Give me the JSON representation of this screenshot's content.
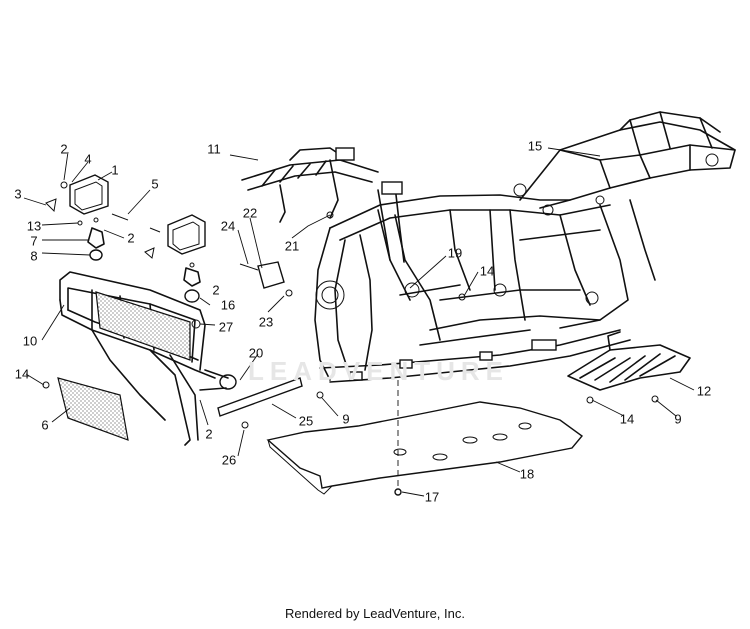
{
  "watermark": "LEADVENTURE",
  "footer": "Rendered by LeadVenture, Inc.",
  "callouts": [
    {
      "id": "c1",
      "text": "1"
    },
    {
      "id": "c2a",
      "text": "2"
    },
    {
      "id": "c2b",
      "text": "2"
    },
    {
      "id": "c2c",
      "text": "2"
    },
    {
      "id": "c2d",
      "text": "2"
    },
    {
      "id": "c3",
      "text": "3"
    },
    {
      "id": "c4",
      "text": "4"
    },
    {
      "id": "c5",
      "text": "5"
    },
    {
      "id": "c6",
      "text": "6"
    },
    {
      "id": "c7",
      "text": "7"
    },
    {
      "id": "c8",
      "text": "8"
    },
    {
      "id": "c9a",
      "text": "9"
    },
    {
      "id": "c9b",
      "text": "9"
    },
    {
      "id": "c10",
      "text": "10"
    },
    {
      "id": "c11",
      "text": "11"
    },
    {
      "id": "c12",
      "text": "12"
    },
    {
      "id": "c13",
      "text": "13"
    },
    {
      "id": "c14a",
      "text": "14"
    },
    {
      "id": "c14b",
      "text": "14"
    },
    {
      "id": "c14c",
      "text": "14"
    },
    {
      "id": "c15",
      "text": "15"
    },
    {
      "id": "c16",
      "text": "16"
    },
    {
      "id": "c17",
      "text": "17"
    },
    {
      "id": "c18",
      "text": "18"
    },
    {
      "id": "c19",
      "text": "19"
    },
    {
      "id": "c20",
      "text": "20"
    },
    {
      "id": "c21",
      "text": "21"
    },
    {
      "id": "c22",
      "text": "22"
    },
    {
      "id": "c23",
      "text": "23"
    },
    {
      "id": "c24",
      "text": "24"
    },
    {
      "id": "c25",
      "text": "25"
    },
    {
      "id": "c26",
      "text": "26"
    },
    {
      "id": "c27",
      "text": "27"
    }
  ]
}
